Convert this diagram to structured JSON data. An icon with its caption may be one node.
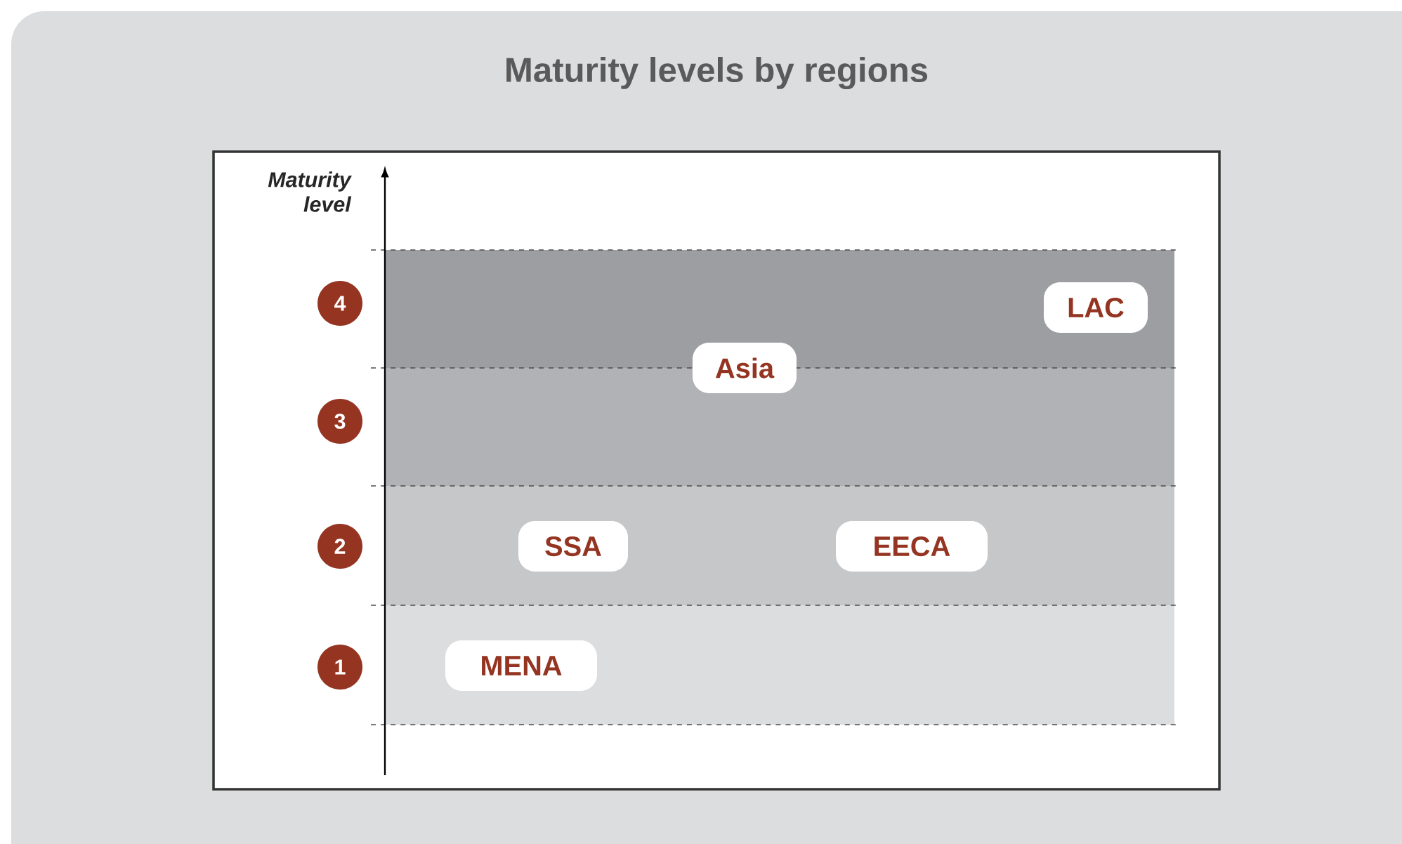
{
  "diagram": {
    "title": "Maturity levels by regions",
    "nodes": [
      {
        "text": [
          "4"
        ]
      },
      {
        "text": [
          "LAC"
        ]
      },
      {
        "text": [
          "Asia"
        ]
      },
      {
        "text": [
          "3"
        ]
      },
      {
        "text": [
          "2"
        ]
      },
      {
        "text": [
          "SSA"
        ]
      },
      {
        "text": [
          "EECA"
        ]
      },
      {
        "text": [
          "1"
        ]
      },
      {
        "text": [
          "MENA"
        ]
      }
    ],
    "labels": [
      "Maturity level"
    ]
  }
}
